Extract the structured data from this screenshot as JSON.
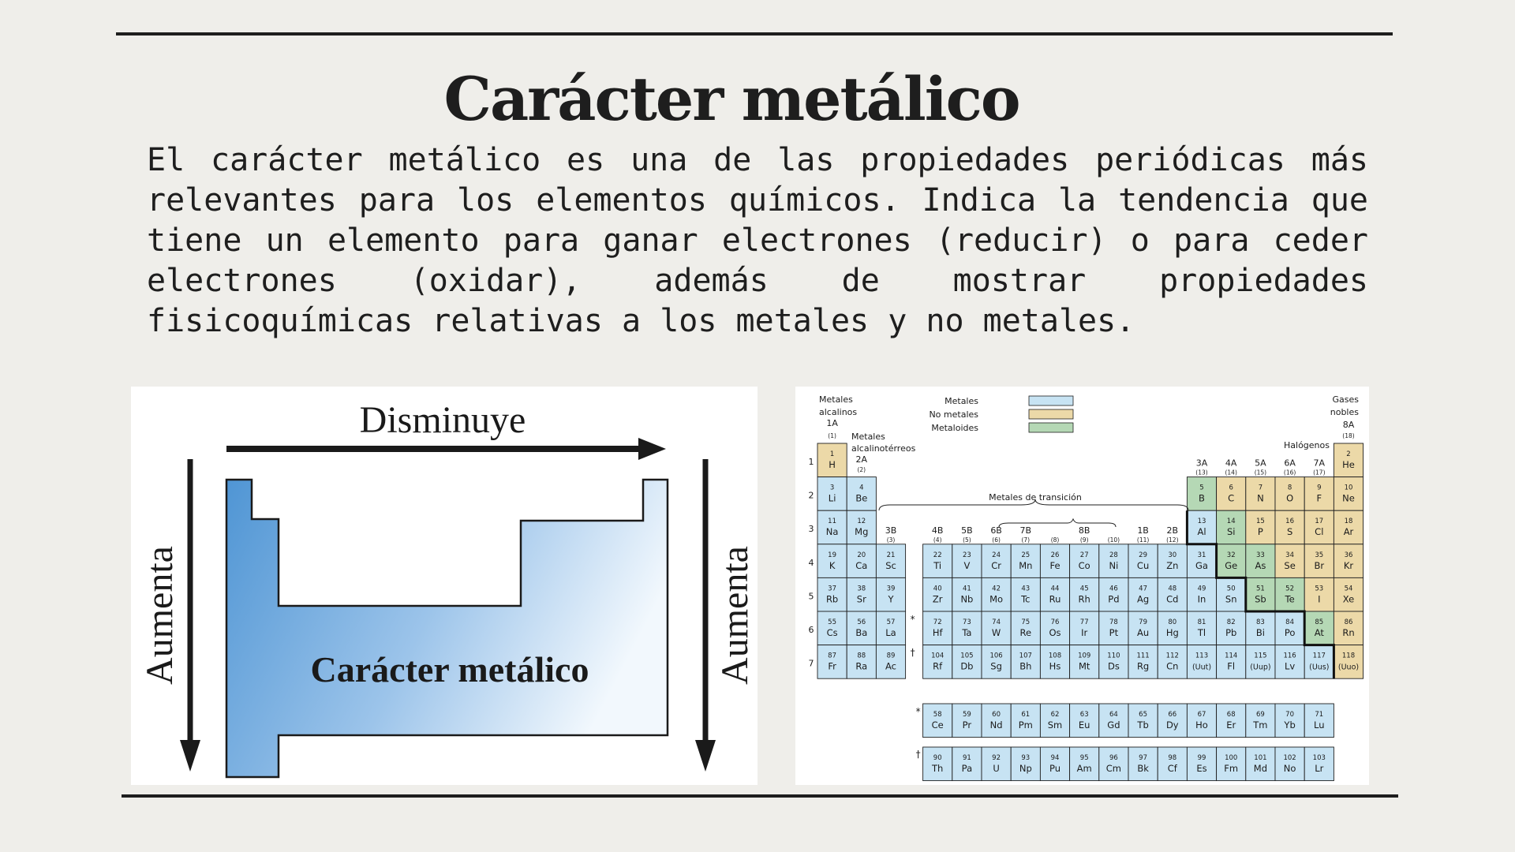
{
  "slide": {
    "title": "Carácter metálico",
    "body": "El carácter metálico es una de las propiedades periódicas más relevantes para los elementos químicos. Indica la tendencia que tiene un elemento para ganar electrones (reducir) o para ceder electrones (oxidar), además de mostrar propiedades fisicoquímicas relativas a los metales y no metales."
  },
  "trend_diagram": {
    "top_label": "Disminuye",
    "left_label": "Aumenta",
    "right_label": "Aumenta",
    "center_label": "Carácter metálico"
  },
  "periodic_table": {
    "legend": [
      {
        "label": "Metales",
        "color": "#c7e3f3"
      },
      {
        "label": "No metales",
        "color": "#ecd9a8"
      },
      {
        "label": "Metaloides",
        "color": "#b5d8b5"
      }
    ],
    "labels": {
      "alkali": [
        "Metales",
        "alcalinos"
      ],
      "group1": "1A",
      "group1_num": "(1)",
      "alkaline_earth": [
        "Metales",
        "alcalinotérreos"
      ],
      "group2": "2A",
      "group2_num": "(2)",
      "noble": [
        "Gases",
        "nobles"
      ],
      "group18": "8A",
      "group18_num": "(18)",
      "halogens": "Halógenos",
      "transition": "Metales de transición",
      "lanthanide_mark": "*",
      "actinide_mark": "†"
    },
    "groups": [
      {
        "label": "3B",
        "num": "(3)"
      },
      {
        "label": "4B",
        "num": "(4)"
      },
      {
        "label": "5B",
        "num": "(5)"
      },
      {
        "label": "6B",
        "num": "(6)"
      },
      {
        "label": "7B",
        "num": "(7)"
      },
      {
        "label": "",
        "num": "(8)"
      },
      {
        "label": "8B",
        "num": "(9)"
      },
      {
        "label": "",
        "num": "(10)"
      },
      {
        "label": "1B",
        "num": "(11)"
      },
      {
        "label": "2B",
        "num": "(12)"
      },
      {
        "label": "3A",
        "num": "(13)"
      },
      {
        "label": "4A",
        "num": "(14)"
      },
      {
        "label": "5A",
        "num": "(15)"
      },
      {
        "label": "6A",
        "num": "(16)"
      },
      {
        "label": "7A",
        "num": "(17)"
      }
    ],
    "periods": [
      "1",
      "2",
      "3",
      "4",
      "5",
      "6",
      "7"
    ],
    "elements": [
      [
        "1",
        "H",
        1,
        1,
        "n"
      ],
      [
        "2",
        "He",
        1,
        18,
        "n"
      ],
      [
        "3",
        "Li",
        2,
        1,
        "m"
      ],
      [
        "4",
        "Be",
        2,
        2,
        "m"
      ],
      [
        "5",
        "B",
        2,
        13,
        "d"
      ],
      [
        "6",
        "C",
        2,
        14,
        "n"
      ],
      [
        "7",
        "N",
        2,
        15,
        "n"
      ],
      [
        "8",
        "O",
        2,
        16,
        "n"
      ],
      [
        "9",
        "F",
        2,
        17,
        "n"
      ],
      [
        "10",
        "Ne",
        2,
        18,
        "n"
      ],
      [
        "11",
        "Na",
        3,
        1,
        "m"
      ],
      [
        "12",
        "Mg",
        3,
        2,
        "m"
      ],
      [
        "13",
        "Al",
        3,
        13,
        "m"
      ],
      [
        "14",
        "Si",
        3,
        14,
        "d"
      ],
      [
        "15",
        "P",
        3,
        15,
        "n"
      ],
      [
        "16",
        "S",
        3,
        16,
        "n"
      ],
      [
        "17",
        "Cl",
        3,
        17,
        "n"
      ],
      [
        "18",
        "Ar",
        3,
        18,
        "n"
      ],
      [
        "19",
        "K",
        4,
        1,
        "m"
      ],
      [
        "20",
        "Ca",
        4,
        2,
        "m"
      ],
      [
        "21",
        "Sc",
        4,
        3,
        "m"
      ],
      [
        "22",
        "Ti",
        4,
        4,
        "m"
      ],
      [
        "23",
        "V",
        4,
        5,
        "m"
      ],
      [
        "24",
        "Cr",
        4,
        6,
        "m"
      ],
      [
        "25",
        "Mn",
        4,
        7,
        "m"
      ],
      [
        "26",
        "Fe",
        4,
        8,
        "m"
      ],
      [
        "27",
        "Co",
        4,
        9,
        "m"
      ],
      [
        "28",
        "Ni",
        4,
        10,
        "m"
      ],
      [
        "29",
        "Cu",
        4,
        11,
        "m"
      ],
      [
        "30",
        "Zn",
        4,
        12,
        "m"
      ],
      [
        "31",
        "Ga",
        4,
        13,
        "m"
      ],
      [
        "32",
        "Ge",
        4,
        14,
        "d"
      ],
      [
        "33",
        "As",
        4,
        15,
        "d"
      ],
      [
        "34",
        "Se",
        4,
        16,
        "n"
      ],
      [
        "35",
        "Br",
        4,
        17,
        "n"
      ],
      [
        "36",
        "Kr",
        4,
        18,
        "n"
      ],
      [
        "37",
        "Rb",
        5,
        1,
        "m"
      ],
      [
        "38",
        "Sr",
        5,
        2,
        "m"
      ],
      [
        "39",
        "Y",
        5,
        3,
        "m"
      ],
      [
        "40",
        "Zr",
        5,
        4,
        "m"
      ],
      [
        "41",
        "Nb",
        5,
        5,
        "m"
      ],
      [
        "42",
        "Mo",
        5,
        6,
        "m"
      ],
      [
        "43",
        "Tc",
        5,
        7,
        "m"
      ],
      [
        "44",
        "Ru",
        5,
        8,
        "m"
      ],
      [
        "45",
        "Rh",
        5,
        9,
        "m"
      ],
      [
        "46",
        "Pd",
        5,
        10,
        "m"
      ],
      [
        "47",
        "Ag",
        5,
        11,
        "m"
      ],
      [
        "48",
        "Cd",
        5,
        12,
        "m"
      ],
      [
        "49",
        "In",
        5,
        13,
        "m"
      ],
      [
        "50",
        "Sn",
        5,
        14,
        "m"
      ],
      [
        "51",
        "Sb",
        5,
        15,
        "d"
      ],
      [
        "52",
        "Te",
        5,
        16,
        "d"
      ],
      [
        "53",
        "I",
        5,
        17,
        "n"
      ],
      [
        "54",
        "Xe",
        5,
        18,
        "n"
      ],
      [
        "55",
        "Cs",
        6,
        1,
        "m"
      ],
      [
        "56",
        "Ba",
        6,
        2,
        "m"
      ],
      [
        "57",
        "La",
        6,
        3,
        "m"
      ],
      [
        "72",
        "Hf",
        6,
        4,
        "m"
      ],
      [
        "73",
        "Ta",
        6,
        5,
        "m"
      ],
      [
        "74",
        "W",
        6,
        6,
        "m"
      ],
      [
        "75",
        "Re",
        6,
        7,
        "m"
      ],
      [
        "76",
        "Os",
        6,
        8,
        "m"
      ],
      [
        "77",
        "Ir",
        6,
        9,
        "m"
      ],
      [
        "78",
        "Pt",
        6,
        10,
        "m"
      ],
      [
        "79",
        "Au",
        6,
        11,
        "m"
      ],
      [
        "80",
        "Hg",
        6,
        12,
        "m"
      ],
      [
        "81",
        "Tl",
        6,
        13,
        "m"
      ],
      [
        "82",
        "Pb",
        6,
        14,
        "m"
      ],
      [
        "83",
        "Bi",
        6,
        15,
        "m"
      ],
      [
        "84",
        "Po",
        6,
        16,
        "m"
      ],
      [
        "85",
        "At",
        6,
        17,
        "d"
      ],
      [
        "86",
        "Rn",
        6,
        18,
        "n"
      ],
      [
        "87",
        "Fr",
        7,
        1,
        "m"
      ],
      [
        "88",
        "Ra",
        7,
        2,
        "m"
      ],
      [
        "89",
        "Ac",
        7,
        3,
        "m"
      ],
      [
        "104",
        "Rf",
        7,
        4,
        "m"
      ],
      [
        "105",
        "Db",
        7,
        5,
        "m"
      ],
      [
        "106",
        "Sg",
        7,
        6,
        "m"
      ],
      [
        "107",
        "Bh",
        7,
        7,
        "m"
      ],
      [
        "108",
        "Hs",
        7,
        8,
        "m"
      ],
      [
        "109",
        "Mt",
        7,
        9,
        "m"
      ],
      [
        "110",
        "Ds",
        7,
        10,
        "m"
      ],
      [
        "111",
        "Rg",
        7,
        11,
        "m"
      ],
      [
        "112",
        "Cn",
        7,
        12,
        "m"
      ],
      [
        "113",
        "(Uut)",
        7,
        13,
        "m"
      ],
      [
        "114",
        "Fl",
        7,
        14,
        "m"
      ],
      [
        "115",
        "(Uup)",
        7,
        15,
        "m"
      ],
      [
        "116",
        "Lv",
        7,
        16,
        "m"
      ],
      [
        "117",
        "(Uus)",
        7,
        17,
        "m"
      ],
      [
        "118",
        "(Uuo)",
        7,
        18,
        "n"
      ]
    ],
    "lanthanides": [
      [
        "58",
        "Ce"
      ],
      [
        "59",
        "Pr"
      ],
      [
        "60",
        "Nd"
      ],
      [
        "61",
        "Pm"
      ],
      [
        "62",
        "Sm"
      ],
      [
        "63",
        "Eu"
      ],
      [
        "64",
        "Gd"
      ],
      [
        "65",
        "Tb"
      ],
      [
        "66",
        "Dy"
      ],
      [
        "67",
        "Ho"
      ],
      [
        "68",
        "Er"
      ],
      [
        "69",
        "Tm"
      ],
      [
        "70",
        "Yb"
      ],
      [
        "71",
        "Lu"
      ]
    ],
    "actinides": [
      [
        "90",
        "Th"
      ],
      [
        "91",
        "Pa"
      ],
      [
        "92",
        "U"
      ],
      [
        "93",
        "Np"
      ],
      [
        "94",
        "Pu"
      ],
      [
        "95",
        "Am"
      ],
      [
        "96",
        "Cm"
      ],
      [
        "97",
        "Bk"
      ],
      [
        "98",
        "Cf"
      ],
      [
        "99",
        "Es"
      ],
      [
        "100",
        "Fm"
      ],
      [
        "101",
        "Md"
      ],
      [
        "102",
        "No"
      ],
      [
        "103",
        "Lr"
      ]
    ]
  }
}
